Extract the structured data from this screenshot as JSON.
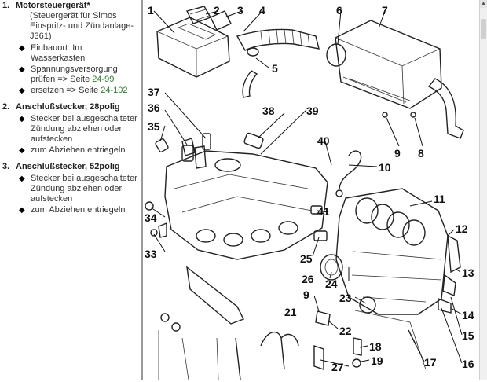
{
  "items": [
    {
      "num": "1.",
      "title": "Motorsteuergerät*",
      "paren": "(Steuergerät für Simos Einspritz- und Zündanlage-J361)",
      "bullets": [
        {
          "text": "Einbauort: Im Wasserkasten"
        },
        {
          "text": "Spannungsversorgung prüfen => Seite ",
          "link": "24-99"
        },
        {
          "text": "ersetzen => Seite ",
          "link": "24-102"
        }
      ]
    },
    {
      "num": "2.",
      "title": "Anschlußstecker, 28polig",
      "bullets": [
        {
          "text": "Stecker bei ausgeschalteter Zündung abziehen oder aufstecken"
        },
        {
          "text": "zum Abziehen entriegeln"
        }
      ]
    },
    {
      "num": "3.",
      "title": "Anschlußstecker, 52polig",
      "bullets": [
        {
          "text": "Stecker bei ausgeschalteter Zündung abziehen oder aufstecken"
        },
        {
          "text": "zum Abziehen entriegeln"
        }
      ]
    }
  ],
  "bullet_glyph": "◆",
  "link_color": "#2b7a2b",
  "diagram": {
    "callouts": [
      "1",
      "2",
      "3",
      "4",
      "5",
      "6",
      "7",
      "8",
      "9",
      "10",
      "11",
      "12",
      "13",
      "14",
      "15",
      "16",
      "17",
      "18",
      "19",
      "21",
      "22",
      "23",
      "24",
      "25",
      "26",
      "27",
      "33",
      "34",
      "35",
      "36",
      "37",
      "38",
      "39",
      "40",
      "41",
      "9"
    ]
  },
  "scrollbar": {
    "up_icon": "scroll-up-arrow-icon"
  }
}
